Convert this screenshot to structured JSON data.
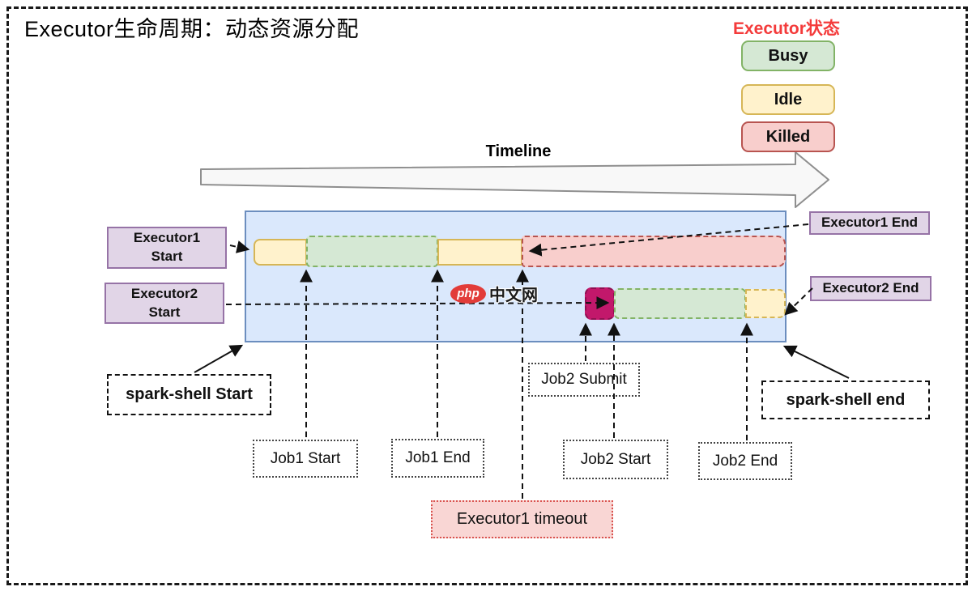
{
  "title": "Executor生命周期：动态资源分配",
  "legend": {
    "title": "Executor状态",
    "items": [
      {
        "label": "Busy"
      },
      {
        "label": "Idle"
      },
      {
        "label": "Killed"
      }
    ]
  },
  "timeline_label": "Timeline",
  "watermark": {
    "logo_text": "php",
    "site_text": "中文网"
  },
  "annotations": {
    "executor1_start": "Executor1\nStart",
    "executor2_start": "Executor2\nStart",
    "executor1_end": "Executor1 End",
    "executor2_end": "Executor2 End",
    "spark_shell_start": "spark-shell Start",
    "spark_shell_end": "spark-shell end",
    "job1_start": "Job1 Start",
    "job1_end": "Job1 End",
    "job2_submit": "Job2 Submit",
    "job2_start": "Job2 Start",
    "job2_end": "Job2 End",
    "executor1_timeout": "Executor1 timeout"
  },
  "bars": {
    "executor1_segments": [
      "Idle",
      "Busy",
      "Idle",
      "Killed"
    ],
    "executor2_segments": [
      "Killed",
      "Busy",
      "Idle"
    ]
  },
  "colors": {
    "busy_fill": "#d5e8d4",
    "busy_border": "#82b366",
    "idle_fill": "#fff2cc",
    "idle_border": "#d6b656",
    "killed_fill": "#f8cecc",
    "killed_border": "#b85450",
    "killed_solid_fill": "#c2186b",
    "label_fill": "#e1d5e7",
    "label_border": "#9673a6",
    "container_fill": "#dae8fc",
    "container_border": "#6c8ebf",
    "legend_title_color": "#f43b3b",
    "timeout_fill": "#f9d6d4",
    "timeout_border": "#d9534f",
    "watermark_red": "#e23c39"
  }
}
